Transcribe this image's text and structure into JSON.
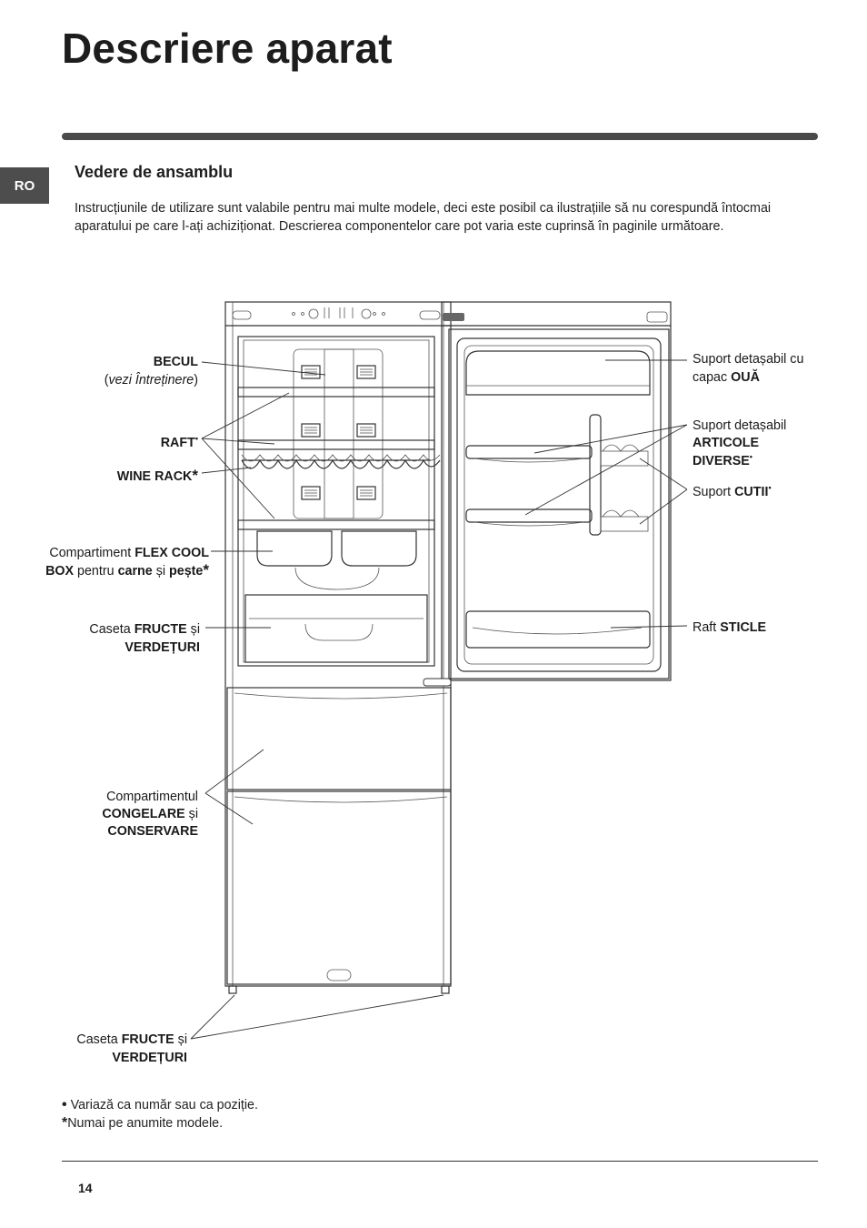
{
  "page": {
    "title": "Descriere aparat",
    "language_tab": "RO",
    "section_title": "Vedere de ansamblu",
    "intro": "Instrucțiunile de utilizare sunt valabile pentru mai multe modele, deci este posibil ca ilustrațiile să nu corespundă întocmai aparatului pe care l-ați achiziționat. Descrierea componentelor care pot varia este cuprinsă în paginile următoare.",
    "page_number": "14"
  },
  "labels": {
    "becul": "BECUL",
    "becul_note": "vezi Întreținere",
    "raft": "RAFT",
    "wine_rack": "WINE RACK",
    "flex_prefix": "Compartiment",
    "flex_bold1": "FLEX COOL",
    "flex_bold2": "BOX",
    "flex_mid": "pentru",
    "flex_carne": "carne",
    "flex_si": "și",
    "flex_peste": "pește",
    "caseta": "Caseta",
    "fructe": "FRUCTE",
    "si": "și",
    "verdeturi": "VERDEȚURI",
    "comp_congelare_line1": "Compartimentul",
    "congelare": "CONGELARE",
    "conservare": "CONSERVARE",
    "oua_line1": "Suport detașabil cu",
    "oua_prefix": "capac",
    "oua": "OUĂ",
    "articole_line1": "Suport detașabil",
    "articole": "ARTICOLE",
    "diverse": "DIVERSE",
    "cutii_prefix": "Suport",
    "cutii": "CUTII",
    "raft_prefix": "Raft",
    "sticle": "STICLE",
    "varies_marker": "•",
    "models_marker": "*"
  },
  "footnotes": {
    "bullet_symbol": "•",
    "bullet_text": "Variază ca număr sau ca poziție.",
    "star_symbol": "*",
    "star_text": "Numai pe anumite modele."
  }
}
